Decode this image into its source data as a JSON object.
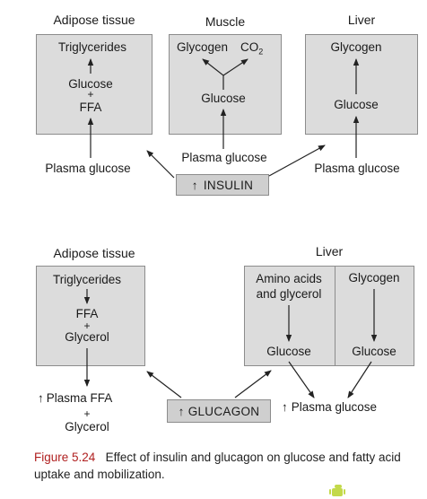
{
  "insulin_section": {
    "adipose": {
      "title": "Adipose tissue",
      "triglycerides": "Triglycerides",
      "glucose": "Glucose",
      "plus": "+",
      "ffa": "FFA",
      "plasma_glucose": "Plasma glucose"
    },
    "muscle": {
      "title": "Muscle",
      "glycogen": "Glycogen",
      "co2": "CO",
      "co2_sub": "2",
      "glucose": "Glucose",
      "plasma_glucose": "Plasma glucose"
    },
    "liver": {
      "title": "Liver",
      "glycogen": "Glycogen",
      "glucose": "Glucose",
      "plasma_glucose": "Plasma glucose"
    },
    "hormone": {
      "arrow": "↑",
      "label": "INSULIN"
    }
  },
  "glucagon_section": {
    "adipose": {
      "title": "Adipose tissue",
      "triglycerides": "Triglycerides",
      "ffa": "FFA",
      "plus": "+",
      "glycerol": "Glycerol",
      "plasma_ffa": "Plasma FFA",
      "plasma_plus": "+",
      "plasma_glycerol": "Glycerol",
      "arrow": "↑"
    },
    "liver": {
      "title": "Liver",
      "amino_line1": "Amino acids",
      "amino_line2": "and glycerol",
      "glucose_left": "Glucose",
      "glycogen": "Glycogen",
      "glucose_right": "Glucose",
      "plasma_glucose": "Plasma glucose",
      "arrow": "↑"
    },
    "hormone": {
      "arrow": "↑",
      "label": "GLUCAGON"
    }
  },
  "caption": {
    "figure": "Figure 5.24",
    "text": "Effect of insulin and glucagon on glucose and fatty acid uptake and mobilization."
  },
  "colors": {
    "box_fill": "#dcdcdc",
    "hormone_fill": "#cfcfcf",
    "arrow": "#222222",
    "figure_label": "#b02020"
  }
}
